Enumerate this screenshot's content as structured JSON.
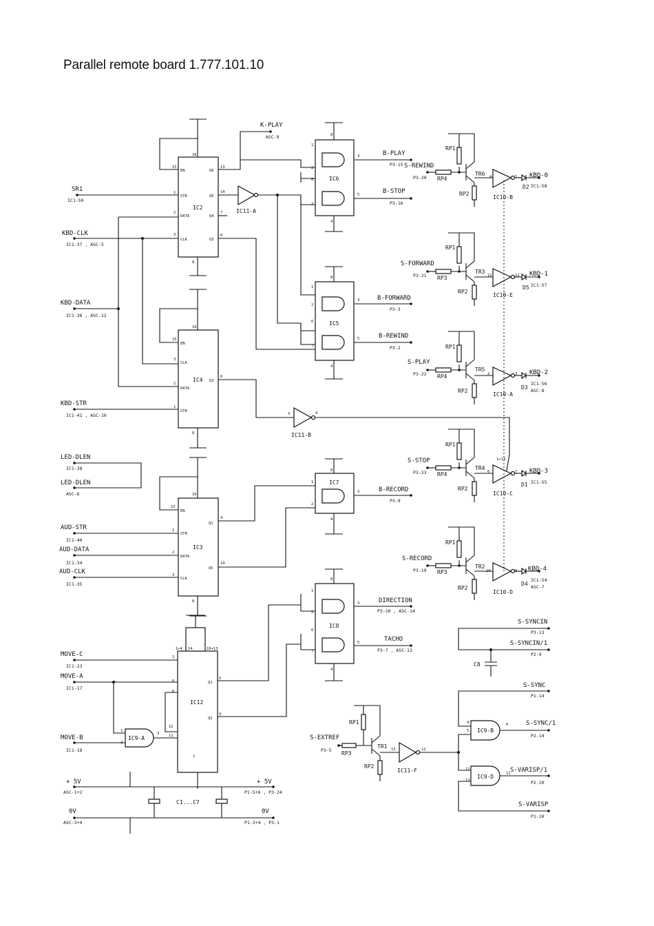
{
  "title": "Parallel remote board  1.777.101.10",
  "components": {
    "ic2": "IC2",
    "ic4": "IC4",
    "ic3": "IC3",
    "ic12": "IC12",
    "ic6": "IC6",
    "ic5": "IC5",
    "ic7": "IC7",
    "ic8": "IC8",
    "ic11a": "IC11-A",
    "ic11b": "IC11-B",
    "ic11f": "IC11-F",
    "ic10b": "IC10-B",
    "ic10e": "IC10-E",
    "ic10a": "IC10-A",
    "ic10c": "IC10-C",
    "ic10d": "IC10-D",
    "ic9a": "IC9-A",
    "ic9b": "IC9-B",
    "ic9d": "IC9-D",
    "tr6": "TR6",
    "tr3": "TR3",
    "tr5": "TR5",
    "tr4": "TR4",
    "tr2": "TR2",
    "tr1": "TR1",
    "rp1": "RP1",
    "rp2": "RP2",
    "rp3": "RP3",
    "rp4": "RP4",
    "d1": "D1",
    "d2": "D2",
    "d3": "D3",
    "d4": "D4",
    "d5": "D5",
    "c8": "C8",
    "c1c7": "C1...C7"
  },
  "pins": {
    "en": "EN",
    "str": "STR",
    "data": "DATA",
    "clk": "CLK",
    "q1": "Q1",
    "q2": "Q2",
    "q3": "Q3",
    "q4": "Q4",
    "q5": "Q5",
    "q6": "Q6",
    "p1": "1",
    "p2": "2",
    "p3": "3",
    "p4": "4",
    "p5": "5",
    "p6": "6",
    "p7": "7",
    "p8": "8",
    "p9": "9",
    "p10": "10",
    "p11": "11",
    "p12": "12",
    "p13": "13",
    "p14": "14",
    "p15": "15",
    "p16": "16",
    "p1p4": "1+4",
    "p10p13": "10+13",
    "p1p13": "1+13"
  },
  "signals": {
    "k_play": "K-PLAY",
    "k_play_pin": "ASC-9",
    "sr1": "SR1",
    "sr1_pin": "IC1-59",
    "kbd_clk": "KBD-CLK",
    "kbd_clk_pin": "IC1-37 , ASC-5",
    "kbd_data": "KBD-DATA",
    "kbd_data_pin": "IC1-36 , ASC-12",
    "kbd_str": "KBD-STR",
    "kbd_str_pin": "IC1-41 , ASC-10",
    "led_dlen_1": "LED-DLEN",
    "led_dlen_1_pin": "IC1-38",
    "led_dlen_2": "LED-DLEN",
    "led_dlen_2_pin": "ASC-6",
    "aud_str": "AUD-STR",
    "aud_str_pin": "IC1-40",
    "aud_data": "AUD-DATA",
    "aud_data_pin": "IC1-34",
    "aud_clk": "AUD-CLK",
    "aud_clk_pin": "IC1-35",
    "move_c": "MOVE-C",
    "move_c_pin": "IC1-23",
    "move_a": "MOVE-A",
    "move_a_pin": "IC1-17",
    "move_b": "MOVE-B",
    "move_b_pin": "IC1-18",
    "b_play": "B-PLAY",
    "b_play_pin": "P3-15",
    "b_stop": "B-STOP",
    "b_stop_pin": "P3-16",
    "b_forward": "B-FORWARD",
    "b_forward_pin": "P3-3",
    "b_rewind": "B-REWIND",
    "b_rewind_pin": "P3-2",
    "b_record": "B-RECORD",
    "b_record_pin": "P3-9",
    "direction": "DIRECTION",
    "direction_pin": "P3-10 , ASC-14",
    "tacho": "TACHO",
    "tacho_pin": "P3-7 , ASC-13",
    "s_rewind": "S-REWIND",
    "s_rewind_pin": "P3-20",
    "s_forward": "S-FORWARD",
    "s_forward_pin": "P3-21",
    "s_play": "S-PLAY",
    "s_play_pin": "P3-22",
    "s_stop": "S-STOP",
    "s_stop_pin": "P3-23",
    "s_record": "S-RECORD",
    "s_record_pin": "P3-19",
    "kbd_0": "KBD-0",
    "kbd_0_pin": "IC1-58",
    "kbd_1": "KBD-1",
    "kbd_1_pin": "IC1-57",
    "kbd_2": "KBD-2",
    "kbd_2_pin": "IC1-56",
    "kbd_2_pin2": "ASC-8",
    "kbd_3": "KBD-3",
    "kbd_3_pin": "IC1-55",
    "kbd_4": "KBD-4",
    "kbd_4_pin": "IC1-54",
    "kbd_4_pin2": "ASC-7",
    "s_syncin": "S-SYNCIN",
    "s_syncin_pin": "P3-13",
    "s_syncin1": "S-SYNCIN/1",
    "s_syncin1_pin": "P2-9",
    "s_sync": "S-SYNC",
    "s_sync_pin": "P1-14",
    "s_sync1": "S-SYNC/1",
    "s_sync1_pin": "P2-14",
    "s_varisp1": "S-VARISP/1",
    "s_varisp1_pin": "P2-10",
    "s_varisp": "S-VARISP",
    "s_varisp_pin": "P1-10",
    "s_extref": "S-EXTREF",
    "s_extref_pin": "P3-5",
    "p5v_left": "+ 5V",
    "p5v_left_pin": "ASC-1+2",
    "p5v_right": "+ 5V",
    "p5v_right_pin": "P1-5+6 , P3-24",
    "ov_left": "0V",
    "ov_left_pin": "ASC-3+4",
    "ov_right": "0V",
    "ov_right_pin": "P1-3+4 , P3-1"
  }
}
